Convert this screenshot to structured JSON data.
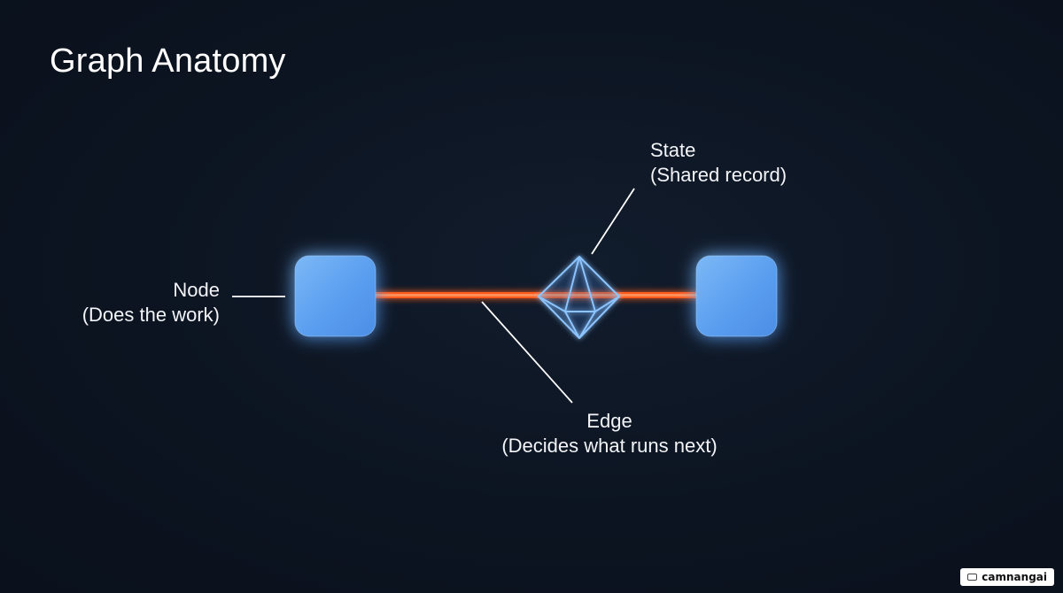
{
  "slide": {
    "title": "Graph Anatomy"
  },
  "labels": {
    "node": {
      "line1": "Node",
      "line2": "(Does the work)"
    },
    "state": {
      "line1": "State",
      "line2": "(Shared record)"
    },
    "edge": {
      "line1": "Edge",
      "line2": "(Decides what runs next)"
    }
  },
  "colors": {
    "background": "#0c1421",
    "node_fill": "#5aa2f0",
    "node_glow": "#2f7ff0",
    "edge": "#ff5a1f",
    "state_outline": "#8cc4ff",
    "leader_line": "#ffffff"
  },
  "watermark": {
    "text": "camnangai",
    "icon": "camera-icon"
  }
}
